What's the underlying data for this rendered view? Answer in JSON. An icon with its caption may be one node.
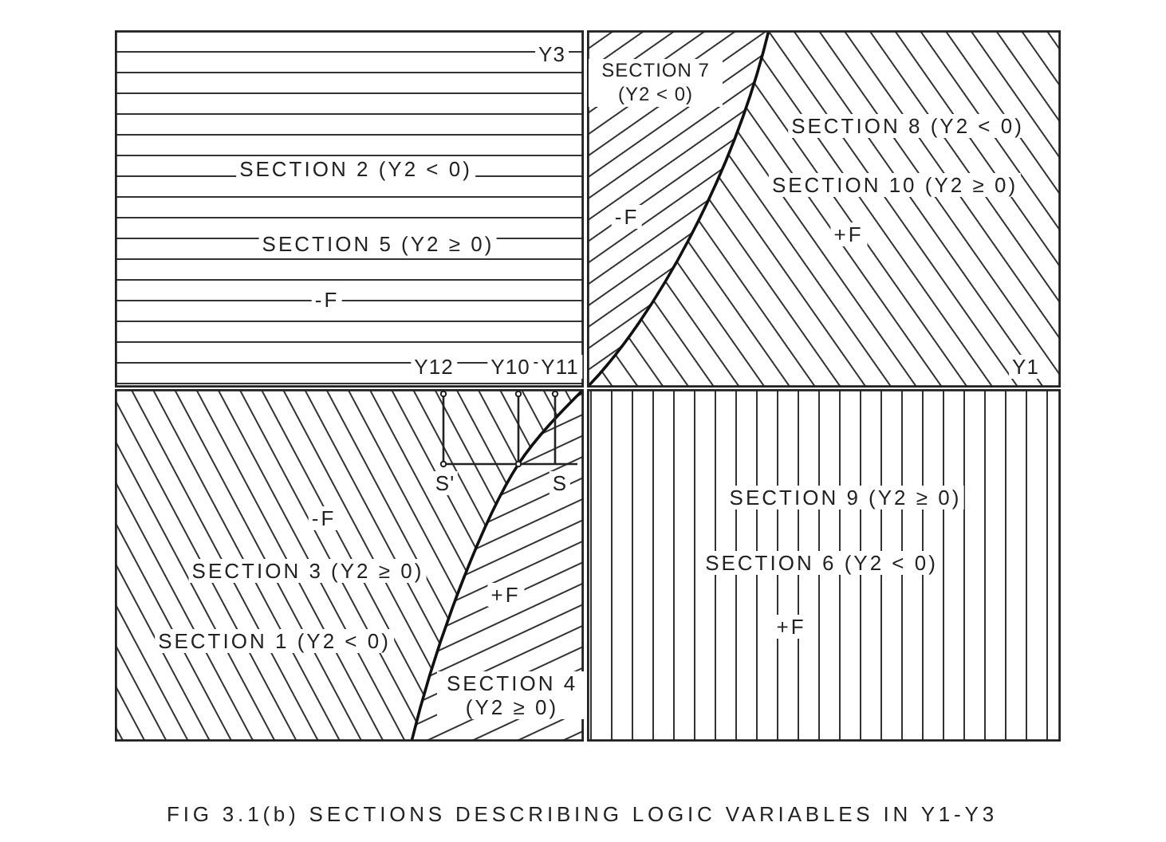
{
  "diagram": {
    "caption": "FIG 3.1(b) SECTIONS DESCRIBING LOGIC VARIABLES IN Y1-Y3",
    "nodes": [
      {
        "text": [
          "SECTION 2 (Y2 < 0)",
          "SECTION 5 (Y2 ≥ 0)",
          "-F"
        ]
      },
      {
        "text": [
          "SECTION 7 (Y2 < 0)",
          "SECTION 8 (Y2 < 0)",
          "SECTION 10 (Y2 ≥ 0)",
          "-F",
          "+F"
        ]
      },
      {
        "text": [
          "-F",
          "SECTION 3 (Y2 ≥ 0)",
          "+F",
          "SECTION 1 (Y2 < 0)",
          "SECTION 4 (Y2 ≥ 0)"
        ]
      },
      {
        "text": [
          "SECTION 9 (Y2 ≥ 0)",
          "SECTION 6 (Y2 < 0)",
          "+F"
        ]
      }
    ],
    "labels": [
      "Y3",
      "Y12",
      "Y10",
      "Y11",
      "Y1",
      "S'",
      "S"
    ]
  }
}
